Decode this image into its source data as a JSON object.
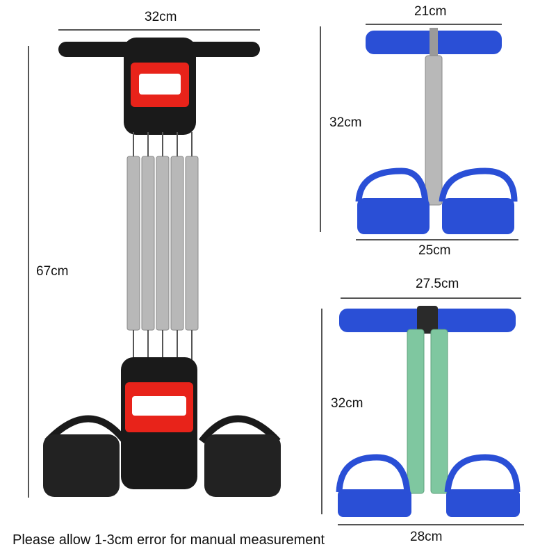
{
  "product_large": {
    "width_label": "32cm",
    "height_label": "67cm"
  },
  "product_single": {
    "top_label": "21cm",
    "height_label": "32cm",
    "bottom_label": "25cm"
  },
  "product_double": {
    "top_label": "27.5cm",
    "height_label": "32cm",
    "bottom_label": "28cm"
  },
  "footer": {
    "note": "Please allow 1-3cm error for manual measurement"
  },
  "colors": {
    "handle_black": "#1a1a1a",
    "grip_red": "#e8231a",
    "spring_silver": "#b8b8b8",
    "blue_handle": "#2a4fd6",
    "green_spring": "#7fc7a0",
    "pedal_black": "#222222"
  }
}
